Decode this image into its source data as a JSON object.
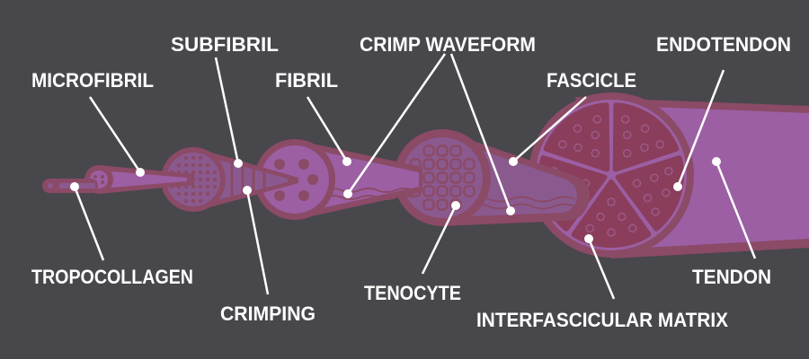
{
  "title": "Tendon structure",
  "labels": {
    "tropocollagen": "TROPOCOLLAGEN",
    "microfibril": "MICROFIBRIL",
    "subfibril": "SUBFIBRIL",
    "crimping": "CRIMPING",
    "fibril": "FIBRIL",
    "crimp_waveform": "CRIMP WAVEFORM",
    "tenocyte": "TENOCYTE",
    "fascicle": "FASCICLE",
    "endotendon": "ENDOTENDON",
    "tendon": "TENDON",
    "interfascicular_matrix": "INTERFASCICULAR MATRIX"
  },
  "colors": {
    "background": "#48474c",
    "rim": "#8b4a66",
    "purple": "#9c5fa3",
    "mid_purple": "#8a5a8f",
    "segment": "#8a3e5c",
    "label": "#ffffff"
  }
}
